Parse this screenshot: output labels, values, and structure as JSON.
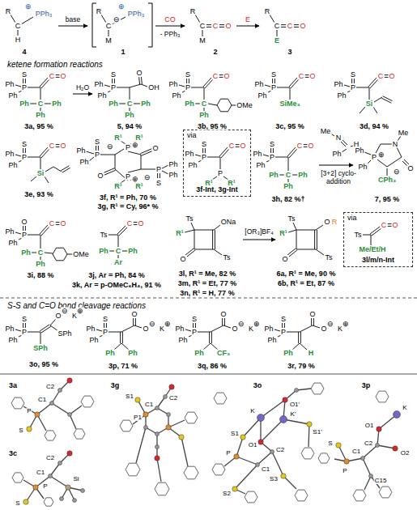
{
  "diagram": {
    "nodes": [
      {
        "text": [
          "via",
          "3f-Int, 3g-Int"
        ]
      },
      {
        "text": [
          "via",
          "3l/m/n-Int"
        ]
      }
    ],
    "labels": [
      "R",
      "C",
      "H",
      "⊕",
      "PPh₃",
      "4",
      "base",
      "R",
      "⊖",
      "C",
      "⊕",
      "PPh₃",
      "M",
      "1",
      "CO",
      "- PPh₃",
      "R",
      "C",
      "C",
      "O",
      "M",
      "2",
      "E",
      "R",
      "C",
      "C",
      "O",
      "E",
      "3",
      "ketene formation reactions",
      "S",
      "Ph",
      "Ph",
      "P",
      "C",
      "O",
      "Ph",
      "C",
      "Ph",
      "Ph",
      "3a, 95 %",
      "H₂O",
      "S",
      "Ph",
      "Ph",
      "P",
      "O",
      "OH",
      "Ph",
      "C",
      "Ph",
      "Ph",
      "5, 94 %",
      "S",
      "Ph",
      "Ph",
      "P",
      "C",
      "O",
      "Ph",
      "C",
      "Ph",
      "OMe",
      "3b, 95 %",
      "S",
      "Ph",
      "Ph",
      "P",
      "C",
      "O",
      "SiMe₃",
      "3c, 95 %",
      "S",
      "Ph",
      "Ph",
      "P",
      "C",
      "O",
      "Si",
      "3d, 94 %",
      "S",
      "Ph",
      "Ph",
      "P",
      "C",
      "O",
      "Si",
      "3e, 93 %",
      "S",
      "Ph",
      "Ph",
      "P",
      "⊖",
      "R¹",
      "⊕",
      "R¹",
      "P",
      "O",
      "P",
      "⊕",
      "R¹",
      "R¹",
      "O",
      "⊖",
      "P",
      "Ph",
      "Ph",
      "S",
      "3f, R¹ = Ph, 70 %",
      "3g, R¹ = Cy, 96* %",
      "S",
      "Ph",
      "Ph",
      "P",
      "C",
      "O",
      "P",
      "R¹",
      "R¹",
      "S",
      "Ph",
      "Ph",
      "P",
      "C",
      "O",
      "Ph",
      "C",
      "Ph",
      "Ph",
      "3h, 82 %†",
      "Me",
      "N",
      "Ph",
      "H",
      "[3+2] cyclo-addition",
      "Me",
      "N",
      "O",
      "⊕",
      "Ph",
      "P",
      "Ph",
      "⊖",
      "CPh₃",
      "7, 95 %",
      "O",
      "Ph",
      "Ph",
      "P",
      "C",
      "O",
      "Ph",
      "C",
      "Ph",
      "OMe",
      "3i, 88 %",
      "Ts",
      "C",
      "O",
      "Ph",
      "C",
      "Ph",
      "Ar",
      "3j, Ar = Ph, 84 %",
      "3k, Ar = p-OMeC₆H₄, 91 %",
      "Ts",
      "R¹",
      "ONa",
      "Ts",
      "O",
      "3l, R¹ = Me, 82 %",
      "3m, R¹ = Et, 77 %",
      "3n, R¹ = H, 77 %",
      "[OR₃]BF₄",
      "Ts",
      "R¹",
      "O",
      "R",
      "Ts",
      "O",
      "6a, R¹ = Me, 90 %",
      "6b, R¹ = Et, 87 %",
      "Ts",
      "C",
      "O",
      "Me/Et/H",
      "S-S and C=O bond cleavage reactions",
      "S",
      "Ph",
      "Ph",
      "P",
      "O",
      "⊖",
      "K",
      "⊕",
      "SPh",
      "SPh",
      "3o, 95 %",
      "S",
      "Ph",
      "Ph",
      "P",
      "O",
      "O",
      "⊖",
      "K",
      "⊕",
      "Ph",
      "Ph",
      "3p, 71 %",
      "S",
      "Ph",
      "Ph",
      "P",
      "O",
      "O",
      "⊖",
      "K",
      "⊕",
      "Ph",
      "CF₃",
      "3q, 86 %",
      "S",
      "Ph",
      "Ph",
      "P",
      "O",
      "O",
      "⊖",
      "K",
      "⊕",
      "Ph",
      "H",
      "3r, 79 %",
      "3a",
      "C2",
      "C1",
      "P",
      "S",
      "3c",
      "C2",
      "C1",
      "P",
      "S",
      "Si",
      "3g",
      "S1",
      "P1",
      "C1",
      "C2",
      "3o",
      "O1'",
      "K",
      "K'",
      "S1'",
      "S1",
      "P",
      "O1",
      "C2",
      "C1",
      "S3",
      "S2",
      "3p",
      "K",
      "O1",
      "C2",
      "O2",
      "C1",
      "P",
      "S",
      "C15"
    ]
  }
}
